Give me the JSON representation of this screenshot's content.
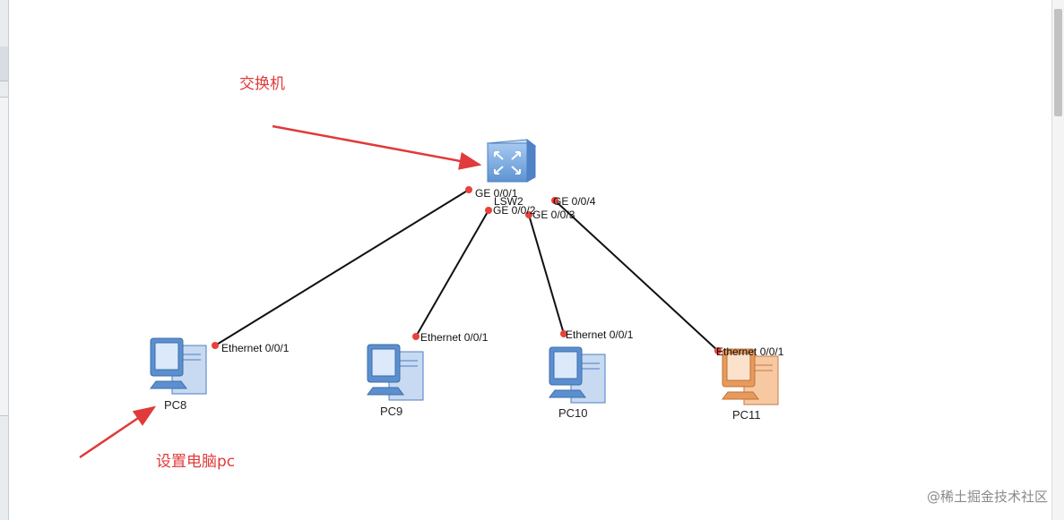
{
  "switch": {
    "name": "LSW2",
    "icon": "network-switch-icon"
  },
  "pcs": [
    {
      "name": "PC8",
      "port": "Ethernet 0/0/1",
      "switch_port": "GE 0/0/1",
      "color": "#5b8fd0"
    },
    {
      "name": "PC9",
      "port": "Ethernet 0/0/1",
      "switch_port": "GE 0/0/2",
      "color": "#5b8fd0"
    },
    {
      "name": "PC10",
      "port": "Ethernet 0/0/1",
      "switch_port": "GE 0/0/3",
      "color": "#5b8fd0"
    },
    {
      "name": "PC11",
      "port": "Ethernet 0/0/1",
      "switch_port": "GE 0/0/4",
      "color": "#e79a5c"
    }
  ],
  "annotations": {
    "switch_label": "交换机",
    "pc_label": "设置电脑pc"
  },
  "watermark": "@稀土掘金技术社区",
  "colors": {
    "annotation": "#e03a3a",
    "port_dot": "#e8423a",
    "link": "#111111"
  }
}
